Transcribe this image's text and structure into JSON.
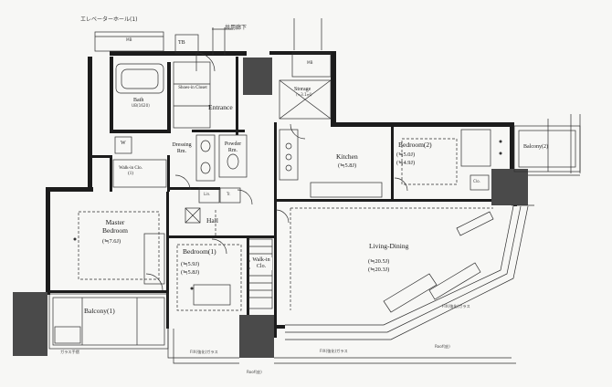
{
  "plan": {
    "elevator_hall": "エレベーターホール(1)",
    "common_corridor": "共用廊下",
    "mb_left": "MB",
    "mb_right": "MB",
    "tb": "TB",
    "bath": "Bath",
    "ub": "UB(1620)",
    "entrance": "Entrance",
    "shoes_in_closet": "Shoes-in Closet",
    "storage": "Storage",
    "storage_area": "(≒3.1㎡)",
    "dressing_room": "Dressing Rm.",
    "powder_room": "Powder Rm.",
    "w": "W",
    "walk_in_closet_1": "Walk-in Clo.(1)",
    "lin": "Lin.",
    "tr": "Tr.",
    "hall": "Hall",
    "kitchen": "Kitchen",
    "kitchen_area": "(≒5.8J)",
    "bedroom2": "Bedroom(2)",
    "bedroom2_area1": "(≒5.0J)",
    "bedroom2_area2": "(≒4.9J)",
    "balcony2": "Balcony(2)",
    "clo": "Clo.",
    "living_dining": "Living-Dining",
    "ld_area1": "(≒20.5J)",
    "ld_area2": "(≒20.3J)",
    "master_bedroom": "Master Bedroom",
    "master_area": "(≒7.6J)",
    "bedroom1": "Bedroom(1)",
    "bedroom1_area1": "(≒5.9J)",
    "bedroom1_area2": "(≒5.8J)",
    "walk_in_closet_2": "Walk-in Clo.",
    "balcony1": "Balcony(1)",
    "roof_left": "Roof(庇)",
    "roof_right": "Roof(庇)",
    "fix_glass_1": "FIX(強化)ガラス",
    "fix_glass_2": "FIX(強化)ガラス",
    "fix_glass_3": "FIX(強化)ガラス",
    "glass_handrail": "ガラス手摺"
  },
  "colors": {
    "wall": "#1c1c1c",
    "column": "#4a4a4a",
    "line": "#2e2e2e",
    "floor": "#f7f7f5"
  }
}
